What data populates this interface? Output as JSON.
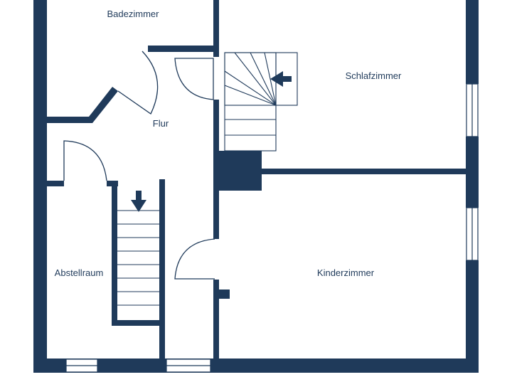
{
  "rooms": {
    "bathroom": "Badezimmer",
    "bedroom": "Schlafzimmer",
    "hallway": "Flur",
    "storage": "Abstellraum",
    "childrens_room": "Kinderzimmer"
  },
  "colors": {
    "wall": "#1f3a5a",
    "background": "#ffffff",
    "line": "#1f3a5a"
  },
  "icons": {
    "stair_arrow_upper": "arrow-left-icon",
    "stair_arrow_lower": "arrow-down-icon"
  }
}
